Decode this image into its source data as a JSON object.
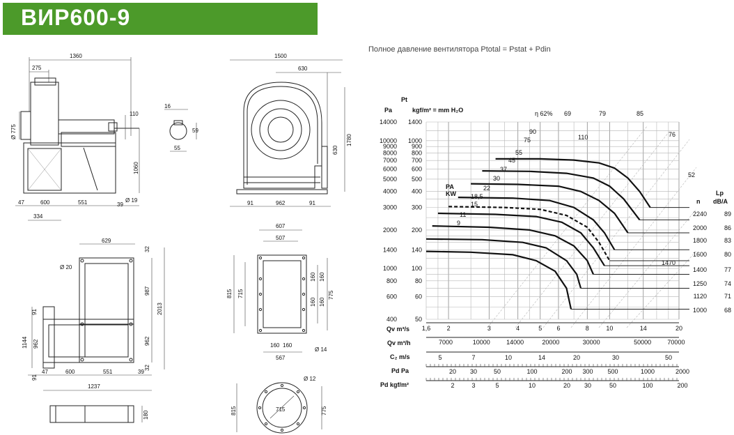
{
  "title": "ВИР600-9",
  "pressure_caption": "Полное давление вентилятора Ptotal = Pstat + Pdin",
  "drawings": {
    "side_view_dims": [
      "1360",
      "275",
      "110",
      "Ø 775",
      "1060",
      "47",
      "600",
      "551",
      "39",
      "Ø 19",
      "334"
    ],
    "shaft_dims": [
      "16",
      "59",
      "55"
    ],
    "front_view_dims": [
      "1500",
      "630",
      "630",
      "1780",
      "91",
      "962",
      "91"
    ],
    "frame_top_dims": [
      "629",
      "32",
      "987",
      "2013",
      "962",
      "32",
      "Ø 20",
      "91",
      "1144",
      "962",
      "91",
      "47",
      "600",
      "551",
      "39",
      "1237"
    ],
    "flange_rect_dims": [
      "607",
      "507",
      "815",
      "715",
      "160",
      "160",
      "160",
      "160",
      "775",
      "160",
      "160",
      "567",
      "Ø 14"
    ],
    "flange_round_dims": [
      "Ø 12",
      "715",
      "815",
      "775"
    ],
    "base_dims": [
      "180"
    ]
  },
  "chart": {
    "pt_header": "Pt",
    "pa_header": "Pa",
    "kgf_header": "kgf/m² = mm H₂O",
    "pa_ticks": [
      "14000",
      "10000",
      "9000",
      "8000",
      "7000",
      "6000",
      "5000",
      "4000",
      "3000",
      "2000",
      "1400",
      "1000",
      "800",
      "600",
      "400"
    ],
    "kgf_ticks": [
      "1400",
      "1000",
      "900",
      "800",
      "700",
      "600",
      "500",
      "400",
      "300",
      "200",
      "140",
      "100",
      "80",
      "60",
      "50"
    ],
    "efficiency_labels": [
      "η 62%",
      "69",
      "79",
      "85",
      "76",
      "52"
    ],
    "power_labels": [
      "90",
      "75",
      "110",
      "55",
      "45",
      "37",
      "30",
      "22",
      "18,5",
      "15",
      "11",
      "9"
    ],
    "pa_kw_label": "PA",
    "kw_label": "KW",
    "special_rpm_label": "1470",
    "n_header": "n",
    "lp_header": "Lp",
    "lp_unit": "dB/A",
    "n_values": [
      "2240",
      "2000",
      "1800",
      "1600",
      "1400",
      "1250",
      "1120",
      "1000"
    ],
    "lp_values": [
      "89",
      "86",
      "83",
      "80",
      "77",
      "74",
      "71",
      "68"
    ],
    "qv_m3s_label": "Qv m³/s",
    "qv_m3s_ticks": [
      "1,6",
      "2",
      "3",
      "4",
      "5",
      "6",
      "8",
      "10",
      "14",
      "20"
    ],
    "qv_m3h_label": "Qv m³/h",
    "qv_m3h_ticks": [
      "7000",
      "10000",
      "14000",
      "20000",
      "30000",
      "50000",
      "70000"
    ],
    "c2_label": "C₂ m/s",
    "c2_ticks": [
      "5",
      "7",
      "10",
      "14",
      "20",
      "30",
      "50"
    ],
    "pd_pa_label": "Pd Pa",
    "pd_pa_ticks": [
      "20",
      "30",
      "50",
      "100",
      "200",
      "300",
      "500",
      "1000",
      "2000"
    ],
    "pd_kgf_label": "Pd kgf/m²",
    "pd_kgf_ticks": [
      "2",
      "3",
      "5",
      "10",
      "20",
      "30",
      "50",
      "100",
      "200"
    ]
  },
  "chart_data": {
    "type": "line",
    "title": "",
    "xlabel": "Qv m³/s",
    "ylabel": "Pt Pa",
    "xscale": "log",
    "yscale": "log",
    "xlim": [
      1.6,
      20
    ],
    "ylim": [
      400,
      14000
    ],
    "series": [
      {
        "name": "2240",
        "x": [
          3.2,
          5,
          7,
          9,
          10.5,
          12,
          13.5,
          15
        ],
        "y": [
          7200,
          7200,
          7050,
          6700,
          6100,
          5100,
          4000,
          3000
        ]
      },
      {
        "name": "2000",
        "x": [
          2.8,
          4.5,
          6.5,
          8.5,
          10,
          11.5,
          13.5
        ],
        "y": [
          5800,
          5750,
          5550,
          5100,
          4400,
          3500,
          2400
        ]
      },
      {
        "name": "1800",
        "x": [
          2.5,
          4,
          6,
          7.5,
          9,
          10.5,
          12
        ],
        "y": [
          4600,
          4550,
          4400,
          4000,
          3400,
          2700,
          1900
        ]
      },
      {
        "name": "1600",
        "x": [
          2.2,
          3.8,
          5.5,
          7,
          8.5,
          9.5,
          10.5
        ],
        "y": [
          3600,
          3550,
          3400,
          3000,
          2400,
          1900,
          1400
        ]
      },
      {
        "name": "1470",
        "x": [
          2,
          3.5,
          5,
          6.5,
          8,
          9,
          10
        ],
        "y": [
          3050,
          3000,
          2900,
          2600,
          2100,
          1600,
          1150
        ]
      },
      {
        "name": "1400",
        "x": [
          1.8,
          3.2,
          4.8,
          6.2,
          7.5,
          8.5,
          9.5
        ],
        "y": [
          2700,
          2650,
          2550,
          2300,
          1900,
          1450,
          1050
        ]
      },
      {
        "name": "1250",
        "x": [
          1.7,
          3,
          4.5,
          5.8,
          7,
          8,
          8.5
        ],
        "y": [
          2150,
          2100,
          2000,
          1800,
          1500,
          1150,
          900
        ]
      },
      {
        "name": "1120",
        "x": [
          1.6,
          2.8,
          4.2,
          5.3,
          6.5,
          7.2,
          7.5
        ],
        "y": [
          1700,
          1680,
          1600,
          1450,
          1150,
          900,
          700
        ]
      },
      {
        "name": "1000",
        "x": [
          1.6,
          2.5,
          3.8,
          4.8,
          5.8,
          6.5,
          6.8
        ],
        "y": [
          1360,
          1340,
          1280,
          1150,
          950,
          700,
          480
        ]
      }
    ]
  }
}
